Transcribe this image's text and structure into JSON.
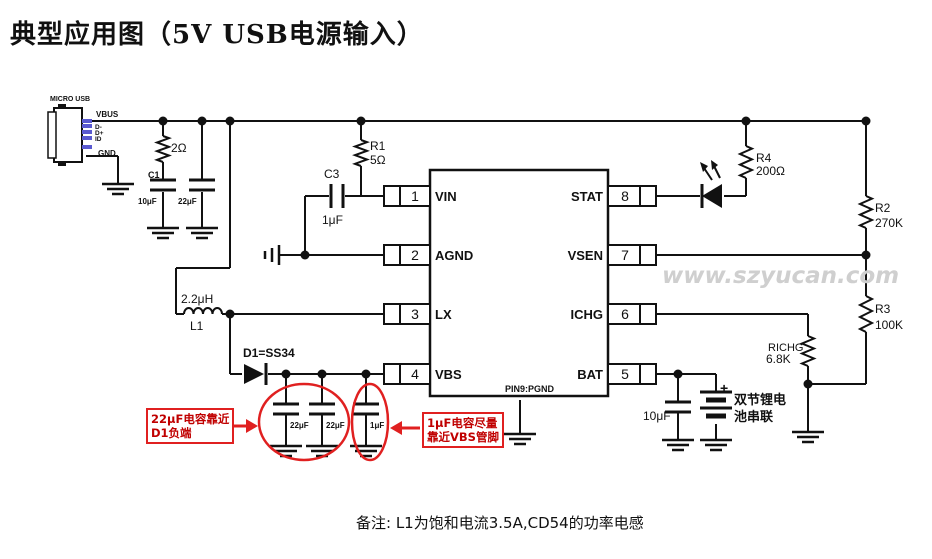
{
  "title": "典型应用图（5V USB电源输入）",
  "footer": "备注: L1为饱和电流3.5A,CD54的功率电感",
  "watermark": "www.szyucan.com",
  "usb": {
    "label": "MICRO USB",
    "pins": [
      "D-",
      "D+",
      "ID"
    ],
    "vbus": "VBUS",
    "gnd": "GND"
  },
  "components": {
    "r_2ohm": "2Ω",
    "c1_ref": "C1",
    "c1_val": "10μF",
    "c_22u_left": "22μF",
    "c3_ref": "C3",
    "c3_val": "1μF",
    "r1_ref": "R1",
    "r1_val": "5Ω",
    "r4_ref": "R4",
    "r4_val": "200Ω",
    "r2_ref": "R2",
    "r2_val": "270K",
    "r3_ref": "R3",
    "r3_val": "100K",
    "richg_ref": "RICHG",
    "richg_val": "6.8K",
    "l1_val": "2.2μH",
    "l1_ref": "L1",
    "d1": "D1=SS34",
    "c_vbs_1": "22μF",
    "c_vbs_2": "22μF",
    "c_vbs_3": "1μF",
    "c_bat": "10μF",
    "battery": "双节锂电\n池串联"
  },
  "ic": {
    "left_pins": [
      {
        "num": "1",
        "name": "VIN"
      },
      {
        "num": "2",
        "name": "AGND"
      },
      {
        "num": "3",
        "name": "LX"
      },
      {
        "num": "4",
        "name": "VBS"
      }
    ],
    "right_pins": [
      {
        "num": "8",
        "name": "STAT"
      },
      {
        "num": "7",
        "name": "VSEN"
      },
      {
        "num": "6",
        "name": "ICHG"
      },
      {
        "num": "5",
        "name": "BAT"
      }
    ],
    "pgnd": "PIN9:PGND"
  },
  "notes": {
    "left": "22μF电容靠近\nD1负端",
    "right": "1μF电容尽量\n靠近VBS管脚"
  },
  "colors": {
    "wire": "#111111",
    "highlight": "#e02020"
  }
}
